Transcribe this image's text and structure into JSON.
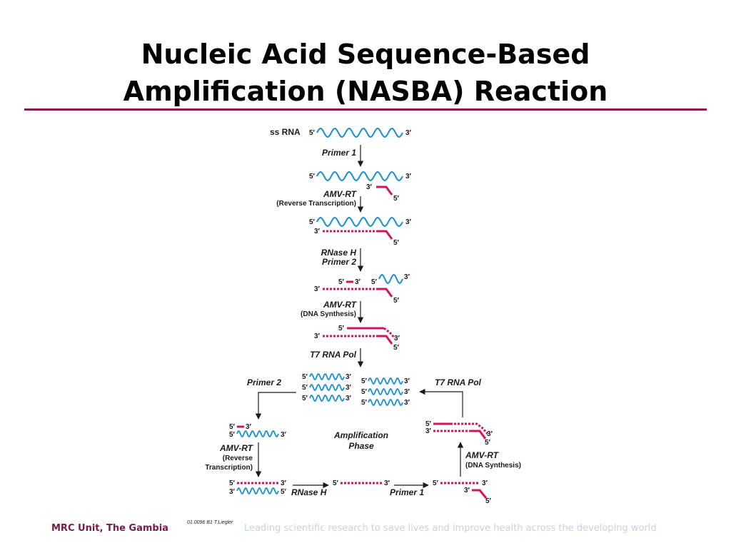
{
  "slide": {
    "title_line1": "Nucleic Acid Sequence-Based",
    "title_line2": "Amplification (NASBA) Reaction",
    "footer_left": "MRC Unit, The Gambia",
    "credit": "01.0096 B1  T.Liegler",
    "tagline": "Leading scientific research to save lives and improve health across the developing world",
    "colors": {
      "rule": "#8b1a4f",
      "rna": "#1a8fd0",
      "dna": "#d4145a",
      "footer": "#7a1a4a"
    }
  },
  "diagram": {
    "ss_rna": "ss RNA",
    "five": "5′",
    "three": "3′",
    "primer1": "Primer 1",
    "primer2": "Primer 2",
    "amv_rt": "AMV-RT",
    "reverse_transcription": "(Reverse Transcription)",
    "rnase_h": "RNase H",
    "dna_synthesis": "(DNA Synthesis)",
    "t7_rna_pol": "T7 RNA Pol",
    "amplification": "Amplification",
    "phase": "Phase",
    "reverse_l1": "(Reverse",
    "reverse_l2": "Transcription)"
  }
}
